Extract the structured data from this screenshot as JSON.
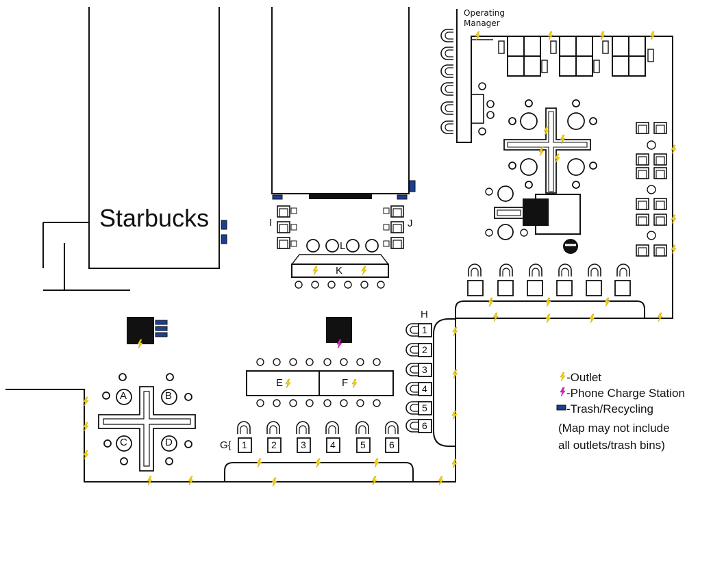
{
  "labels": {
    "starbucks": "Starbucks",
    "operating_manager_line1": "Operating",
    "operating_manager_line2": "Manager",
    "table_A": "A",
    "table_B": "B",
    "table_C": "C",
    "table_D": "D",
    "table_E": "E",
    "table_F": "F",
    "section_G": "G{",
    "section_H": "H",
    "section_I": "I",
    "section_J": "J",
    "section_K": "K",
    "section_L": "L",
    "g_tables": [
      "1",
      "2",
      "3",
      "4",
      "5",
      "6"
    ],
    "h_tables": [
      "1",
      "2",
      "3",
      "4",
      "5",
      "6"
    ]
  },
  "legend": {
    "outlet": "-Outlet",
    "phone_charge": "-Phone Charge Station",
    "trash": "-Trash/Recycling",
    "note_line1": "(Map may not include",
    "note_line2": "all outlets/trash bins)"
  },
  "colors": {
    "outlet": "#f2d21b",
    "phone_charge": "#e020d0",
    "trash": "#1c3f94",
    "walls": "#111111"
  },
  "icons": {
    "outlet": "lightning-bolt-icon",
    "phone_charge": "lightning-bolt-icon",
    "trash": "trash-bin-icon"
  }
}
